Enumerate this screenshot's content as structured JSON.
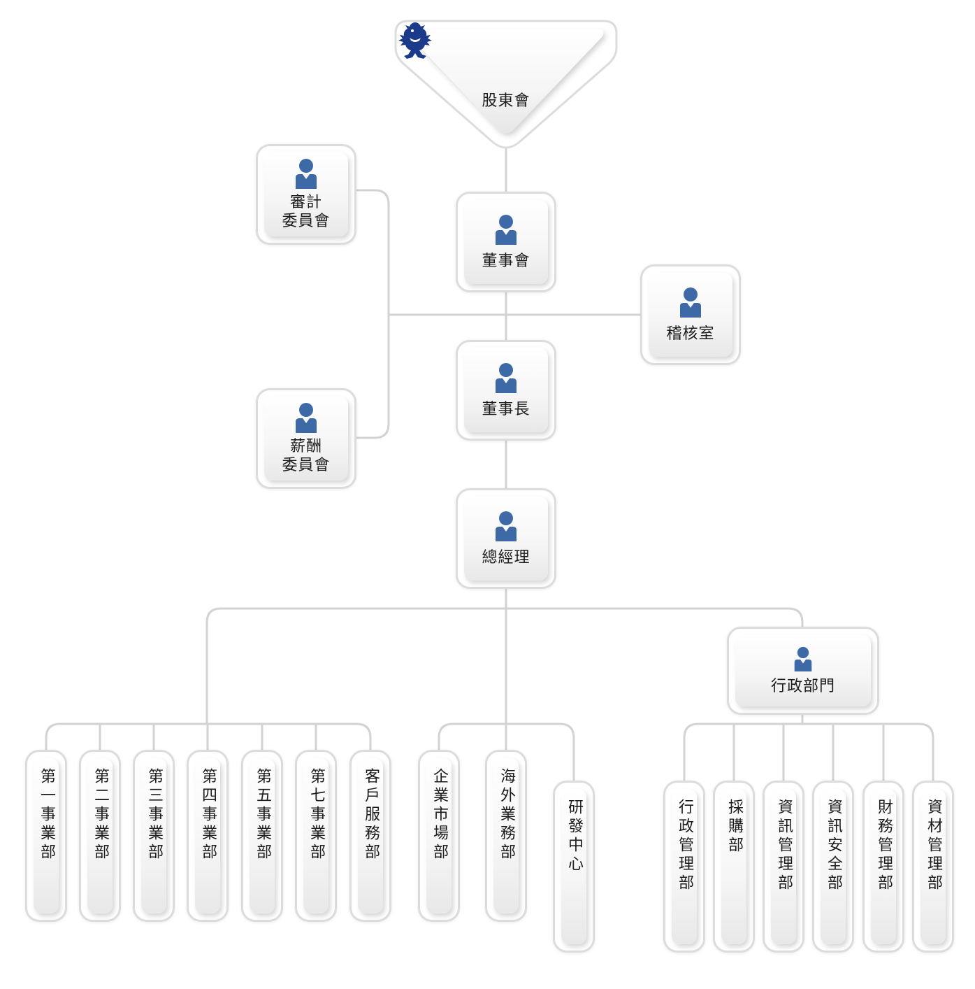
{
  "colors": {
    "connector": "#d3d3d3",
    "person_icon": "#3d6aa6",
    "crest": "#1b3a8a"
  },
  "top": {
    "label": "股東會",
    "icon": "lion-crest-logo"
  },
  "board": {
    "label": "董事會"
  },
  "audit_committee": {
    "label": "審計\n委員會"
  },
  "compensation_committee": {
    "label": "薪酬\n委員會"
  },
  "internal_audit": {
    "label": "稽核室"
  },
  "chairman": {
    "label": "董事長"
  },
  "president": {
    "label": "總經理"
  },
  "admin_division": {
    "label": "行政部門"
  },
  "business_units": [
    "第一事業部",
    "第二事業部",
    "第三事業部",
    "第四事業部",
    "第五事業部",
    "第七事業部",
    "客戶服務部"
  ],
  "direct_units": [
    "企業市場部",
    "海外業務部",
    "研發中心"
  ],
  "admin_units": [
    "行政管理部",
    "採購部",
    "資訊管理部",
    "資訊安全部",
    "財務管理部",
    "資材管理部"
  ]
}
